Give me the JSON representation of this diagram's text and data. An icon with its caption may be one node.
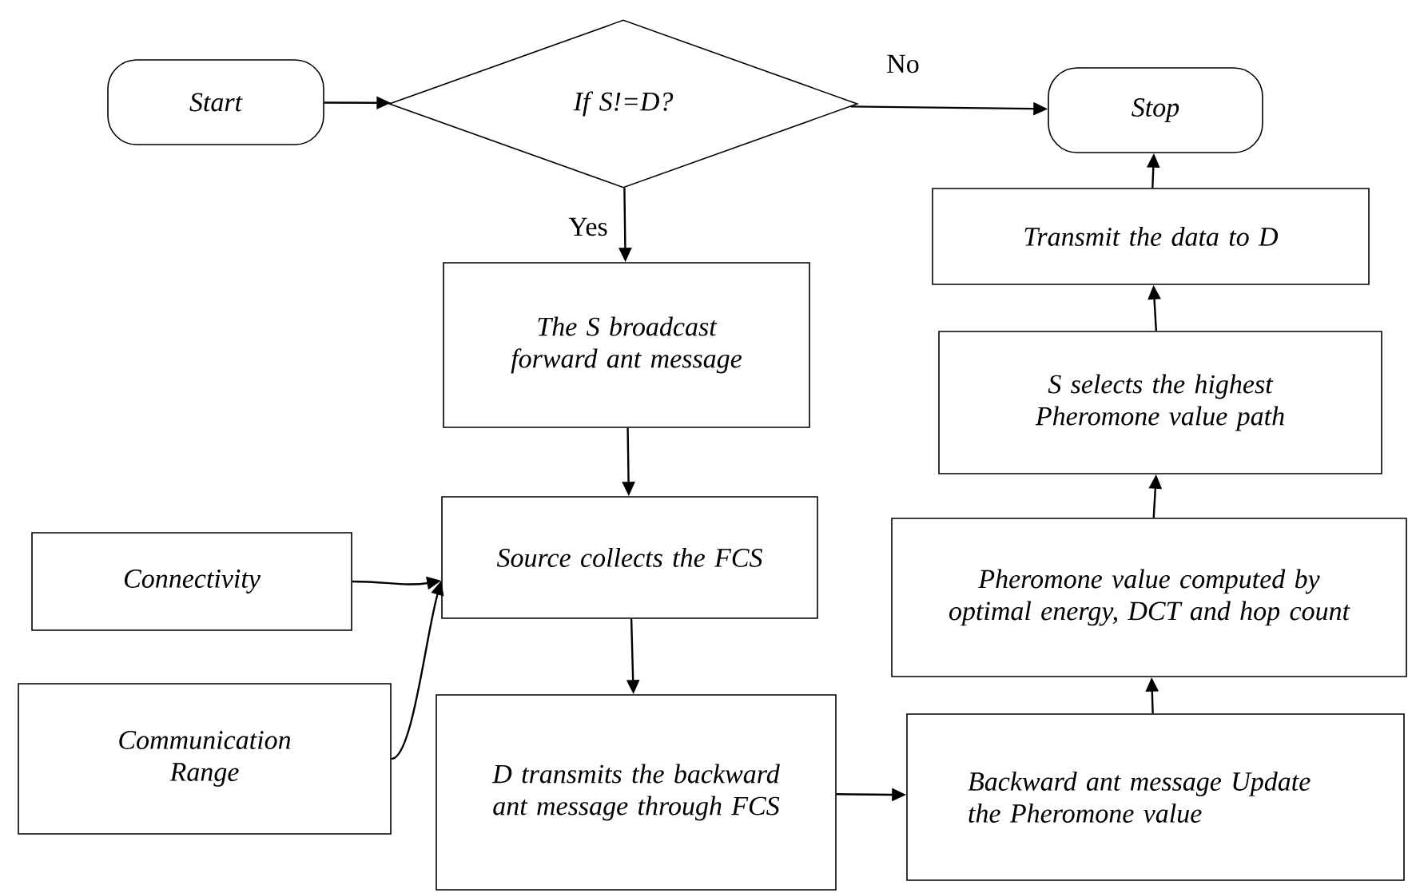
{
  "diagram": {
    "nodes": [
      {
        "text": [
          "Start"
        ]
      },
      {
        "text": [
          "If S!=D?"
        ]
      },
      {
        "text": [
          "Stop"
        ]
      },
      {
        "text": [
          "Transmit the data to D"
        ]
      },
      {
        "text": [
          "The S broadcast forward ant message"
        ]
      },
      {
        "text": [
          "S selects the highest Pheromone value path"
        ]
      },
      {
        "text": [
          "Source collects the FCS"
        ]
      },
      {
        "text": [
          "Connectivity"
        ]
      },
      {
        "text": [
          "Pheromone value computed by optimal energy, DCT and hop count"
        ]
      },
      {
        "text": [
          "Communication Range"
        ]
      },
      {
        "text": [
          "D transmits the backward ant message through FCS"
        ]
      },
      {
        "text": [
          "Backward ant message Update the Pheromone value"
        ]
      }
    ],
    "edges": [
      {
        "from": 0,
        "to": 1,
        "arrow": "to"
      },
      {
        "from": 1,
        "to": 2,
        "arrow": "to",
        "label": "No"
      },
      {
        "from": 1,
        "to": 4,
        "arrow": "to",
        "label": "Yes"
      },
      {
        "from": 4,
        "to": 6,
        "arrow": "to"
      },
      {
        "from": 7,
        "to": 6,
        "arrow": "to"
      },
      {
        "from": 9,
        "to": 6,
        "arrow": "to"
      },
      {
        "from": 6,
        "to": 10,
        "arrow": "to"
      },
      {
        "from": 10,
        "to": 11,
        "arrow": "to"
      },
      {
        "from": 11,
        "to": 8,
        "arrow": "to"
      },
      {
        "from": 8,
        "to": 5,
        "arrow": "to"
      },
      {
        "from": 5,
        "to": 3,
        "arrow": "to"
      },
      {
        "from": 3,
        "to": 2,
        "arrow": "to"
      }
    ]
  }
}
